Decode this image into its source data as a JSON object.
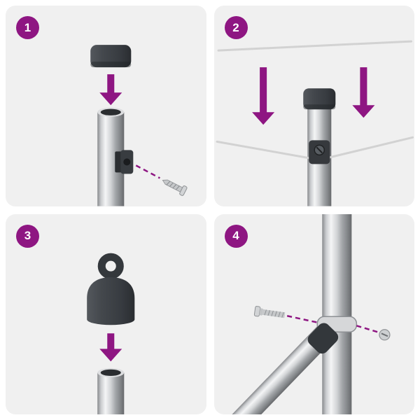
{
  "colors": {
    "accent_purple": "#8E1682",
    "panel_bg": "#F0F0F0",
    "wire_gray": "#D2D2D2",
    "badge_text": "#FFFFFF",
    "cap_dark": "#383C41",
    "metal_light": "#F4F5F6",
    "metal_dark": "#67696C"
  },
  "steps": [
    {
      "number": "1",
      "parts": [
        "end-cap",
        "down-arrow-icon",
        "pole-tube",
        "clamp-block",
        "screw",
        "dashed-guide-line"
      ]
    },
    {
      "number": "2",
      "parts": [
        "top-wire",
        "down-arrow-icon",
        "down-arrow-icon",
        "capped-pole",
        "wire-clamp",
        "lower-wire"
      ]
    },
    {
      "number": "3",
      "parts": [
        "eyelet-cap",
        "down-arrow-icon",
        "pole-tube"
      ]
    },
    {
      "number": "4",
      "parts": [
        "pole-tube",
        "diagonal-brace",
        "brace-clamp-band",
        "brace-joint",
        "bolt",
        "screw-head",
        "dashed-guide-line"
      ]
    }
  ]
}
